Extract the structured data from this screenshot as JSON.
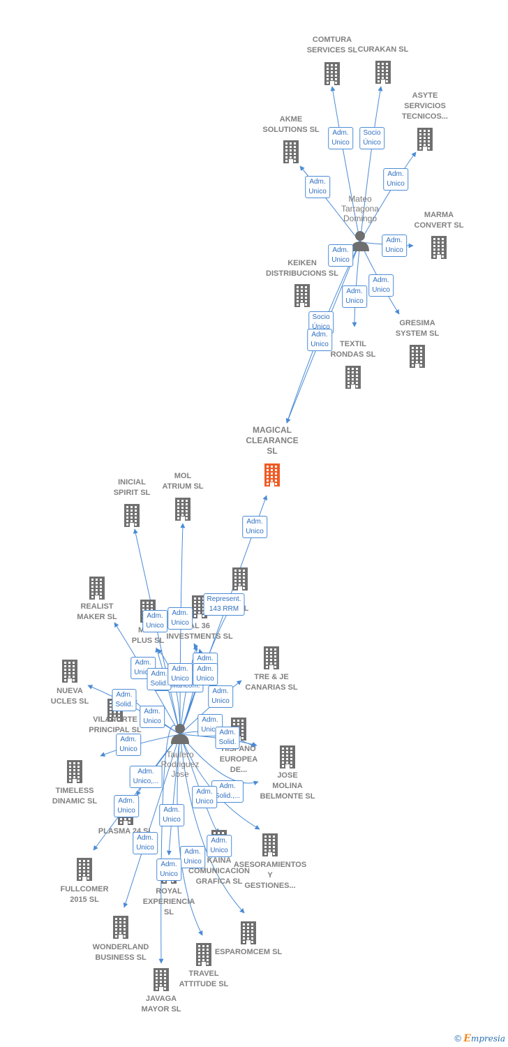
{
  "colors": {
    "company": "#6f6f6f",
    "main_company": "#f15a24",
    "link": "#4a8bd6",
    "person": "#6f6f6f"
  },
  "persons": [
    {
      "id": "mateo",
      "name": "Mateo\nTarragona\nDomingo"
    },
    {
      "id": "taulero",
      "name": "Taulero\nRodriguez\nJose"
    }
  ],
  "companies": [
    {
      "id": "comtura",
      "name": "COMTURA\nSERVICES  SL"
    },
    {
      "id": "curakan",
      "name": "CURAKAN SL"
    },
    {
      "id": "asyte",
      "name": "ASYTE\nSERVICIOS\nTECNICOS..."
    },
    {
      "id": "akme",
      "name": "AKME\nSOLUTIONS SL"
    },
    {
      "id": "marma",
      "name": "MARMA\nCONVERT SL"
    },
    {
      "id": "keiken",
      "name": "KEIKEN\nDISTRIBUCIONS SL"
    },
    {
      "id": "gresima",
      "name": "GRESIMA\nSYSTEM  SL"
    },
    {
      "id": "textil",
      "name": "TEXTIL\nRONDAS SL"
    },
    {
      "id": "magical",
      "name": "MAGICAL\nCLEARANCE\nSL",
      "main": true
    },
    {
      "id": "inicial",
      "name": "INICIAL\nSPIRIT  SL"
    },
    {
      "id": "mol",
      "name": "MOL\nATRIUM  SL"
    },
    {
      "id": "realist",
      "name": "REALIST\nMAKER  SL"
    },
    {
      "id": "ia",
      "name": "IA\nS  SL"
    },
    {
      "id": "main",
      "name": "MAIN\nPLUS  SL"
    },
    {
      "id": "al36",
      "name": "AL 36\nINVESTMENTS SL"
    },
    {
      "id": "tre",
      "name": "TRE & JE\nCANARIAS  SL"
    },
    {
      "id": "nueva",
      "name": "NUEVA\nUCLES  SL"
    },
    {
      "id": "vilanorte",
      "name": "VILANORTE\nPRINCIPAL  SL"
    },
    {
      "id": "hispano",
      "name": "HISPANO\nEUROPEA\nDE..."
    },
    {
      "id": "jose",
      "name": "JOSE\nMOLINA\nBELMONTE  SL"
    },
    {
      "id": "timeless",
      "name": "TIMELESS\nDINAMIC  SL"
    },
    {
      "id": "plasma",
      "name": "PLASMA 24 SL"
    },
    {
      "id": "asesoramientos",
      "name": "ASESORAMIENTOS\nY\nGESTIONES..."
    },
    {
      "id": "kaina",
      "name": "KAINA\nCOMUNICACION\nGRAFICA  SL"
    },
    {
      "id": "fullcomer",
      "name": "FULLCOMER\n2015  SL"
    },
    {
      "id": "royal",
      "name": "ROYAL\nEXPERIENCIA\nSL"
    },
    {
      "id": "wonderland",
      "name": "WONDERLAND\nBUSINESS  SL"
    },
    {
      "id": "esparomcem",
      "name": "ESPAROMCEM SL"
    },
    {
      "id": "travel",
      "name": "TRAVEL\nATTITUDE  SL"
    },
    {
      "id": "javaga",
      "name": "JAVAGA\nMAYOR  SL"
    }
  ],
  "relations": [
    {
      "from": "mateo",
      "to": "comtura",
      "label": "Adm.\nUnico"
    },
    {
      "from": "mateo",
      "to": "curakan",
      "label": "Socio\nÚnico"
    },
    {
      "from": "mateo",
      "to": "asyte",
      "label": "Adm.\nUnico"
    },
    {
      "from": "mateo",
      "to": "akme",
      "label": "Adm.\nUnico"
    },
    {
      "from": "mateo",
      "to": "marma",
      "label": "Adm.\nUnico"
    },
    {
      "from": "mateo",
      "to": "keiken",
      "label": "Adm.\nUnico"
    },
    {
      "from": "mateo",
      "to": "gresima",
      "label": "Adm.\nUnico"
    },
    {
      "from": "mateo",
      "to": "textil",
      "label": "Adm.\nUnico"
    },
    {
      "from": "mateo",
      "to": "magical",
      "label": "Socio\nÚnico"
    },
    {
      "from": "mateo",
      "to": "magical",
      "label": "Adm.\nUnico"
    },
    {
      "from": "taulero",
      "to": "magical",
      "label": "Adm.\nUnico"
    },
    {
      "from": "taulero",
      "to": "ia",
      "label": "Represent.\n143 RRM"
    },
    {
      "from": "taulero",
      "to": "inicial",
      "label": "Adm.\nUnico"
    },
    {
      "from": "taulero",
      "to": "mol",
      "label": "Adm.\nUnico"
    },
    {
      "from": "taulero",
      "to": "realist",
      "label": "Adm.\nUnico"
    },
    {
      "from": "taulero",
      "to": "main",
      "label": "Adm.\nUnico"
    },
    {
      "from": "taulero",
      "to": "al36",
      "label": "Adm.\nUnico"
    },
    {
      "from": "taulero",
      "to": "al36",
      "label": "Adm.\nMancom."
    },
    {
      "from": "taulero",
      "to": "tre",
      "label": "Adm.\nUnico"
    },
    {
      "from": "taulero",
      "to": "nueva",
      "label": "Adm.\nSolid."
    },
    {
      "from": "taulero",
      "to": "vilanorte",
      "label": "Adm.\nUnico"
    },
    {
      "from": "taulero",
      "to": "hispano",
      "label": "Adm.\nUnico"
    },
    {
      "from": "taulero",
      "to": "hispano",
      "label": "Adm.\nSolid."
    },
    {
      "from": "taulero",
      "to": "timeless",
      "label": "Adm.\nUnico"
    },
    {
      "from": "taulero",
      "to": "jose",
      "label": "Adm.\nSolid.,..."
    },
    {
      "from": "taulero",
      "to": "plasma",
      "label": "Adm.\nUnico"
    },
    {
      "from": "taulero",
      "to": "asesoramientos",
      "label": "Adm.\nUnico,..."
    },
    {
      "from": "taulero",
      "to": "fullcomer",
      "label": "Adm.\nUnico"
    },
    {
      "from": "taulero",
      "to": "royal",
      "label": "Adm.\nUnico"
    },
    {
      "from": "taulero",
      "to": "kaina",
      "label": "Adm.\nUnico"
    },
    {
      "from": "taulero",
      "to": "wonderland",
      "label": "Adm.\nUnico"
    },
    {
      "from": "taulero",
      "to": "esparomcem",
      "label": "Adm.\nUnico"
    },
    {
      "from": "taulero",
      "to": "travel",
      "label": "Adm.\nUnico"
    },
    {
      "from": "taulero",
      "to": "javaga",
      "label": "Adm.\nSolid."
    },
    {
      "from": "taulero",
      "to": "main",
      "label": "Adm.\nUnico"
    },
    {
      "from": "taulero",
      "to": "al36",
      "label": "Adm.\nUnico"
    }
  ],
  "footer": {
    "copyright": "©",
    "brand_initial": "E",
    "brand_rest": "mpresia"
  }
}
